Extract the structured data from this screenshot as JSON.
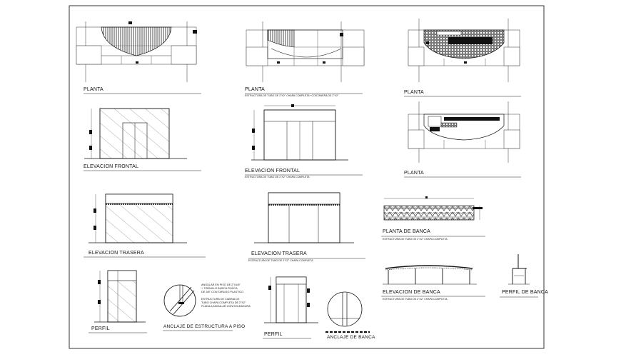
{
  "drawing": {
    "border_color": "#000000",
    "hatch_color": "#555555",
    "labels": {
      "planta_1": "PLANTA",
      "planta_2": "PLANTA",
      "planta_3": "PLANTA",
      "planta_4": "PLANTA",
      "elev_frontal_1": "ELEVACION FRONTAL",
      "elev_frontal_2": "ELEVACION FRONTAL",
      "elev_trasera_1": "ELEVACION TRASERA",
      "elev_trasera_2": "ELEVACION TRASERA",
      "planta_banca": "PLANTA DE BANCA",
      "elev_banca": "ELEVACION DE BANCA",
      "perfil_banca": "PERFIL DE BANCA",
      "perfil_1": "PERFIL",
      "perfil_2": "PERFIL",
      "anclaje_estructura": "ANCLAJE DE ESTRUCTURA A PISO",
      "anclaje_banca": "ANCLAJE DE BANCA"
    },
    "notes": {
      "planta_2": "ESTRUCTURA DE TUBO DE 2\"X2\" CHAPA COMPLETA +COSTANERA DE 2\"X2\"",
      "elev_frontal_2": "ESTRUCTURA DE TUBO DE 2\"X2\" CHAPA COMPLETA",
      "elev_trasera_2": "ESTRUCTURA DE TUBO DE 2\"X2\" CHAPA COMPLETA",
      "planta_banca": "ESTRUCTURA DE TUBO DE 2\"X2\" CHAPA COMPLETA",
      "elev_banca": "ESTRUCTURA DE TUBO DE 2\"X2\" CHAPA COMPLETA"
    },
    "anclaje_notes": [
      "ANGULAR EN PISO DE 2\"X1/8\"",
      "+ TORNILLO BUECA ROSCA",
      "DE 3/8\" CON TARUGO PLASTICO",
      "",
      "ESTRUCTURA DE CABINA DE",
      "TUBO CHAPA COMPLETA DE 2\"X2\"",
      "PLADA A ANGULAR CON SOLDADURA"
    ]
  }
}
